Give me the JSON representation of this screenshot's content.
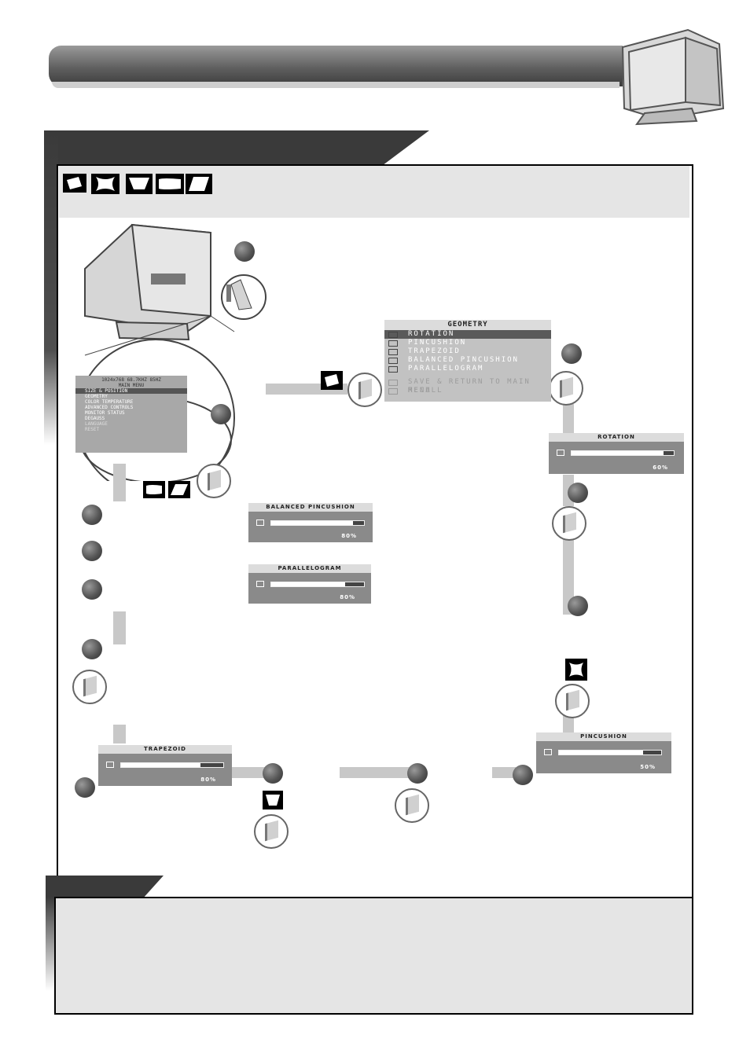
{
  "geometry_menu": {
    "title": "GEOMETRY",
    "items": [
      {
        "label": "ROTATION",
        "selected": true
      },
      {
        "label": "PINCUSHION",
        "selected": false
      },
      {
        "label": "TRAPEZOID",
        "selected": false
      },
      {
        "label": "BALANCED PINCUSHION",
        "selected": false
      },
      {
        "label": "PARALLELOGRAM",
        "selected": false
      },
      {
        "label": "SAVE & RETURN TO MAIN MENU",
        "selected": false,
        "dimmed": true
      },
      {
        "label": "RECALL",
        "selected": false,
        "dimmed": true
      }
    ]
  },
  "main_menu_mini": {
    "resolution": "1024x768  68.7KHZ 85HZ",
    "title": "MAIN MENU",
    "items": [
      "SIZE & POSITION",
      "GEOMETRY",
      "COLOR TEMPERATURE",
      "ADVANCED CONTROLS",
      "MONITOR STATUS",
      "DEGAUSS",
      "LANGUAGE",
      "RESET"
    ]
  },
  "sliders": {
    "rotation": {
      "title": "ROTATION",
      "value_label": "60%",
      "level": 0.9
    },
    "balanced_pincushion": {
      "title": "BALANCED PINCUSHION",
      "value_label": "80%",
      "level": 0.88
    },
    "parallelogram": {
      "title": "PARALLELOGRAM",
      "value_label": "80%",
      "level": 0.8
    },
    "pincushion": {
      "title": "PINCUSHION",
      "value_label": "50%",
      "level": 0.82
    },
    "trapezoid": {
      "title": "TRAPEZOID",
      "value_label": "80%",
      "level": 0.78
    }
  },
  "icons": [
    "rotation-icon",
    "pincushion-icon",
    "trapezoid-icon",
    "balanced-pincushion-icon",
    "parallelogram-icon"
  ],
  "colors": {
    "dark": "#3a3a3a",
    "band": "#e5e5e5",
    "menu": "#c2c2c2"
  }
}
